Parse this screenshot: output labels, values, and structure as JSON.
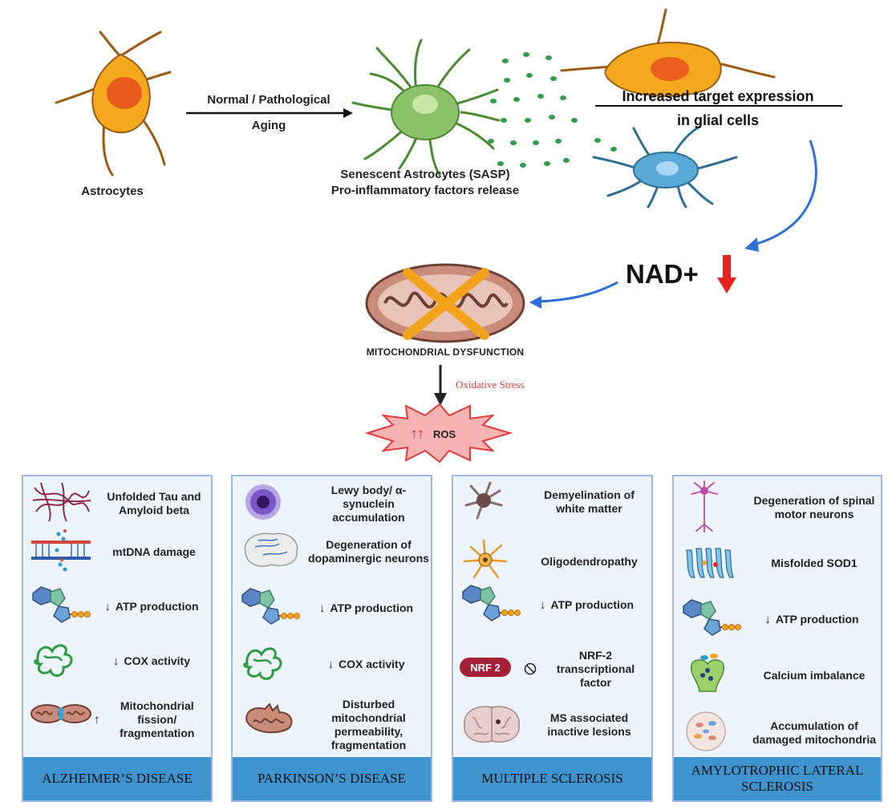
{
  "top": {
    "astrocytes_label": "Astrocytes",
    "arrow_label_line1": "Normal / Pathological",
    "arrow_label_line2": "Aging",
    "senescent_line1": "Senescent Astrocytes (SASP)",
    "senescent_line2": "Pro-inflammatory factors release",
    "target_line1": "Increased target expression",
    "target_line2": "in glial cells"
  },
  "center": {
    "nad_label": "NAD+",
    "mito_label": "MITOCHONDRIAL DYSFUNCTION",
    "oxidative_label": "Oxidative Stress",
    "ros_label": "ROS",
    "ros_arrows": "↑↑"
  },
  "panels": [
    {
      "title": "ALZHEIMER’S DISEASE",
      "items": [
        {
          "icon": "tau-fibril-icon",
          "arrow": "",
          "text": "Unfolded Tau and Amyloid beta"
        },
        {
          "icon": "dna-damage-icon",
          "arrow": "",
          "text": "mtDNA damage"
        },
        {
          "icon": "atp-molecule-icon",
          "arrow": "↓",
          "text": "ATP production"
        },
        {
          "icon": "cox-enzyme-icon",
          "arrow": "↓",
          "text": "COX activity"
        },
        {
          "icon": "mitochondria-fission-icon",
          "arrow": "↑",
          "text": "Mitochondrial fission/ fragmentation"
        }
      ]
    },
    {
      "title": "PARKINSON’S DISEASE",
      "items": [
        {
          "icon": "lewy-body-icon",
          "arrow": "",
          "text": "Lewy body/ α-synuclein accumulation"
        },
        {
          "icon": "brain-icon",
          "arrow": "",
          "text": "Degeneration of dopaminergic neurons"
        },
        {
          "icon": "atp-molecule-icon",
          "arrow": "↓",
          "text": "ATP production"
        },
        {
          "icon": "cox-enzyme-icon",
          "arrow": "↓",
          "text": "COX activity"
        },
        {
          "icon": "damaged-mitochondria-icon",
          "arrow": "",
          "text": "Disturbed mitochondrial permeability, fragmentation"
        }
      ]
    },
    {
      "title": "MULTIPLE SCLEROSIS",
      "items": [
        {
          "icon": "demyelination-icon",
          "arrow": "",
          "text": "Demyelination of white matter"
        },
        {
          "icon": "oligodendrocyte-icon",
          "arrow": "",
          "text": "Oligodendropathy"
        },
        {
          "icon": "atp-molecule-icon",
          "arrow": "↓",
          "text": "ATP production"
        },
        {
          "icon": "nrf2-icon",
          "arrow": "⃠",
          "text": "NRF-2 transcriptional factor",
          "badge": "NRF 2"
        },
        {
          "icon": "brain-section-icon",
          "arrow": "",
          "text": "MS associated inactive lesions"
        }
      ]
    },
    {
      "title": "AMYLOTROPHIC LATERAL SCLEROSIS",
      "items": [
        {
          "icon": "motor-neuron-icon",
          "arrow": "",
          "text": "Degeneration of spinal motor neurons"
        },
        {
          "icon": "sod1-protein-icon",
          "arrow": "",
          "text": "Misfolded SOD1"
        },
        {
          "icon": "atp-molecule-icon",
          "arrow": "↓",
          "text": "ATP production"
        },
        {
          "icon": "calcium-channel-icon",
          "arrow": "",
          "text": "Calcium imbalance"
        },
        {
          "icon": "cell-mitochondria-icon",
          "arrow": "",
          "text": "Accumulation of damaged mitochondria"
        }
      ]
    }
  ],
  "colors": {
    "astrocyte": "#f4a81d",
    "senescent": "#8cc26a",
    "glia_blue": "#5aa9d6",
    "dots": "#2f9d4a",
    "nad_arrow": "#e8231f",
    "curve_arrow": "#2f6fd6",
    "mito": "#c98b7a",
    "cross": "#f2a31b",
    "ros_fill": "#f7b3b3",
    "panel_bg": "#eef4fb",
    "panel_border": "#9fb7e3",
    "footer": "#3f93cf"
  }
}
